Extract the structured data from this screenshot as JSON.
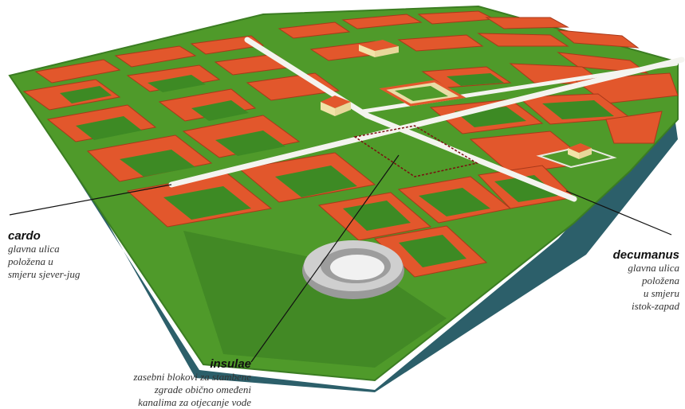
{
  "labels": {
    "cardo": {
      "term": "cardo",
      "lines": [
        "glavna ulica",
        "položena u",
        "smjeru sjever-jug"
      ]
    },
    "insulae": {
      "term": "insulae",
      "lines": [
        "zasebni blokovi za stambene",
        "zgrade obično omeđeni",
        "kanalima za otjecanje vode"
      ]
    },
    "decumanus": {
      "term": "decumanus",
      "lines": [
        "glavna ulica",
        "položena",
        "u smjeru",
        "istok-zapad"
      ]
    }
  },
  "colors": {
    "grass": "#4f9a2a",
    "grass_dark": "#2f6a1c",
    "roof": "#e2572c",
    "street": "#f4f4ef",
    "base_edge": "#2c5f6a",
    "plinth": "#6f9a52"
  },
  "icons": [
    "temple-icon",
    "amphitheatre-icon",
    "forum-icon"
  ]
}
